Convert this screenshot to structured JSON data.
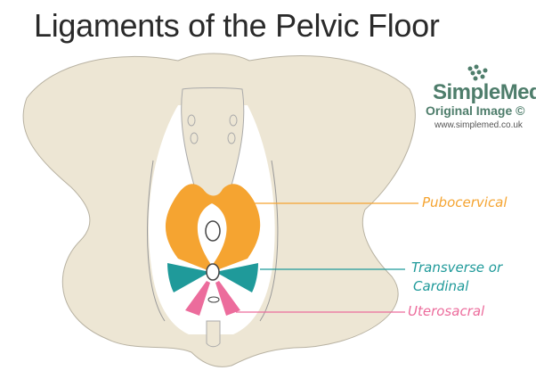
{
  "title": "Ligaments of the Pelvic Floor",
  "watermark": {
    "brand": "SimpleMed",
    "subtitle": "Original Image ©",
    "url": "www.simplemed.co.uk"
  },
  "labels": [
    {
      "text": "Pubocervical",
      "color": "#f5a431"
    },
    {
      "text": "Transverse or",
      "color": "#1f9a9a"
    },
    {
      "text": "Cardinal",
      "color": "#1f9a9a"
    },
    {
      "text": "Uterosacral",
      "color": "#ec6c9c"
    }
  ],
  "colors": {
    "bone": "#ede6d4",
    "outline": "#9a9a9a"
  }
}
